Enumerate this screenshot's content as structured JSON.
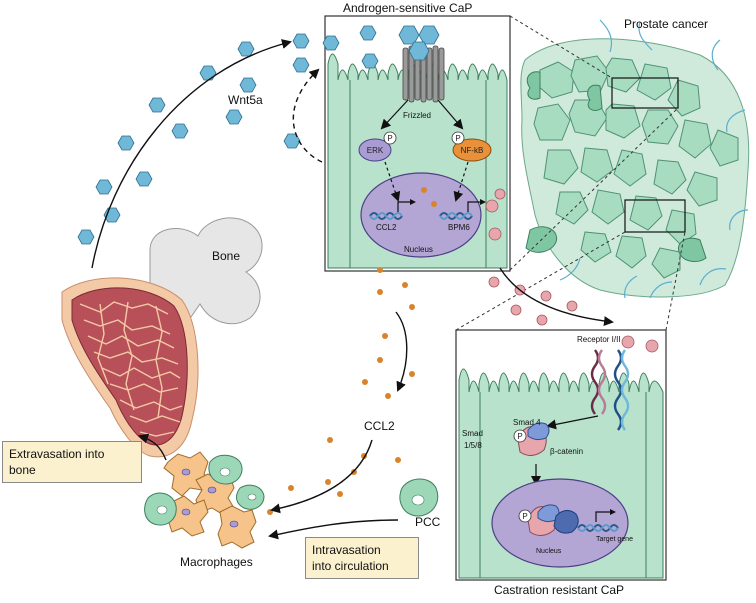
{
  "labels": {
    "androgen_sensitive": "Androgen-sensitive CaP",
    "prostate_cancer": "Prostate cancer",
    "wnt5a": "Wnt5a",
    "frizzled": "Frizzled",
    "erk": "ERK",
    "nfkb": "NF-kB",
    "phospho": "P",
    "ccl2_gene": "CCL2",
    "bpm6_gene": "BPM6",
    "nucleus": "Nucleus",
    "bone": "Bone",
    "ccl2": "CCL2",
    "pcc": "PCC",
    "macrophages": "Macrophages",
    "receptor": "Receptor I/II",
    "smad4": "Smad 4",
    "smad": "Smad",
    "smad_num": "1/5/8",
    "beta_catenin": "β-catenin",
    "target_gene": "Target gene",
    "nucleus2": "Nucleus",
    "castration_resistant": "Castration resistant CaP"
  },
  "boxes": {
    "extravasation": [
      "Extravasation into",
      "bone"
    ],
    "intravasation": [
      "Intravasation",
      "into circulation"
    ]
  },
  "colors": {
    "cell_green": "#b8e2cc",
    "cell_stroke": "#3d7f5e",
    "nucleus_purple": "#b4a6d4",
    "wnt_hex": "#6fb8d8",
    "ccl2_dot": "#d9842c",
    "bmp_dot": "#e7a5ac",
    "bone_red": "#b8505a",
    "bone_grey": "#e6e6e6",
    "macrophage": "#f6c48a",
    "erk_purple": "#a99cd2",
    "nfkb_orange": "#e9913a",
    "box_fill": "#fcf1cf"
  }
}
